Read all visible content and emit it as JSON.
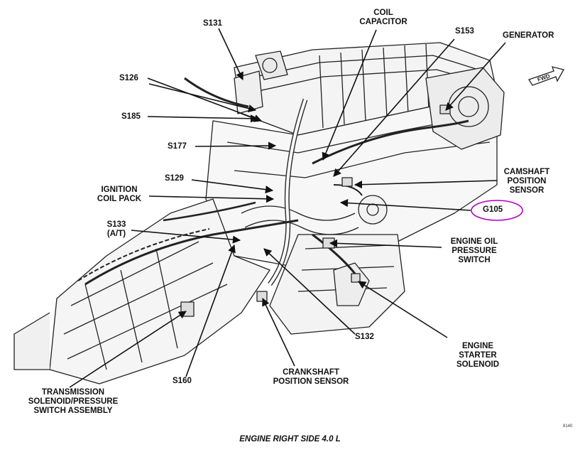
{
  "caption": "ENGINE RIGHT SIDE 4.0 L",
  "figure_code": "8140",
  "fwd_label": "FWD",
  "highlight_color": "#b400c8",
  "labels": {
    "s131": "S131",
    "coil_capacitor": [
      "COIL",
      "CAPACITOR"
    ],
    "s153": "S153",
    "generator": "GENERATOR",
    "s126": "S126",
    "s185": "S185",
    "s177": "S177",
    "s129": "S129",
    "camshaft_position_sensor": [
      "CAMSHAFT",
      "POSITION",
      "SENSOR"
    ],
    "ignition_coil_pack": [
      "IGNITION",
      "COIL PACK"
    ],
    "g105": "G105",
    "s133": [
      "S133",
      "(A/T)"
    ],
    "engine_oil_pressure_switch": [
      "ENGINE OIL",
      "PRESSURE",
      "SWITCH"
    ],
    "s132": "S132",
    "engine_starter_solenoid": [
      "ENGINE",
      "STARTER",
      "SOLENOID"
    ],
    "s160": "S160",
    "crankshaft_position_sensor": [
      "CRANKSHAFT",
      "POSITION SENSOR"
    ],
    "transmission_solenoid": [
      "TRANSMISSION",
      "SOLENOID/PRESSURE",
      "SWITCH ASSEMBLY"
    ]
  }
}
